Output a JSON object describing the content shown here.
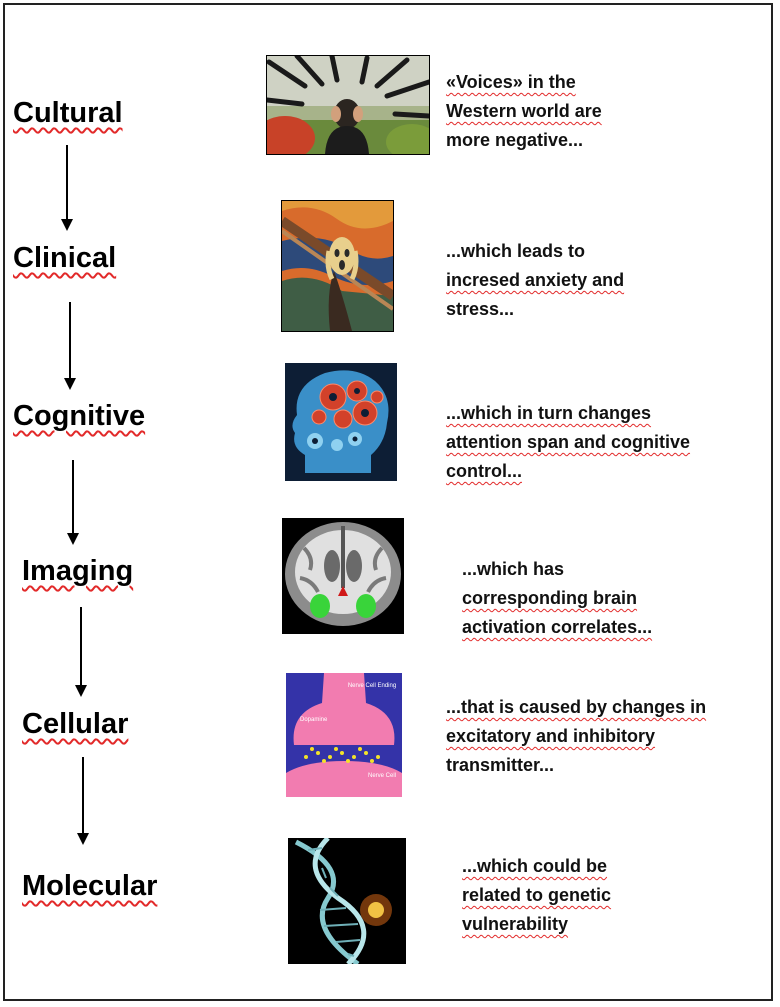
{
  "levels": [
    {
      "label": "Cultural",
      "description": [
        "«Voices» in the",
        "Western world are",
        "more negative..."
      ],
      "image_icon": "voices-pointing-hands-image"
    },
    {
      "label": "Clinical",
      "description": [
        "...which leads to",
        "incresed anxiety and",
        "stress..."
      ],
      "image_icon": "scream-painting-image"
    },
    {
      "label": "Cognitive",
      "description": [
        "...which in turn changes",
        "attention span and cognitive",
        "control..."
      ],
      "image_icon": "gear-head-image"
    },
    {
      "label": "Imaging",
      "description": [
        "...which has",
        "corresponding brain",
        "activation correlates..."
      ],
      "image_icon": "brain-scan-image"
    },
    {
      "label": "Cellular",
      "description": [
        "...that is caused by changes in",
        "excitatory and inhibitory",
        "transmitter..."
      ],
      "image_icon": "synapse-diagram-image"
    },
    {
      "label": "Molecular",
      "description": [
        "...which could be",
        "related to genetic",
        "vulnerability"
      ],
      "image_icon": "dna-helix-image"
    }
  ],
  "synapse_labels": {
    "top_right": "Nerve Cell Ending",
    "left": "Dopamine",
    "bottom_right": "Nerve Cell"
  },
  "colors": {
    "spellcheck_underline": "#e22a2a",
    "border": "#222222",
    "synapse_pink": "#f27cb0",
    "synapse_blue": "#3433a8",
    "activation_green": "#39d43a"
  }
}
